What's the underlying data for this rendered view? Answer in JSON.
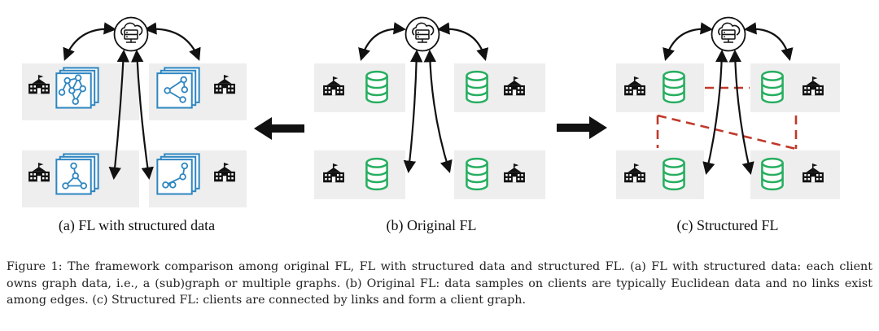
{
  "panels": {
    "a": {
      "label": "(a) FL with structured data"
    },
    "b": {
      "label": "(b) Original FL"
    },
    "c": {
      "label": "(c) Structured FL"
    }
  },
  "icons": {
    "server": "cloud-server-icon",
    "client": "school-building-icon",
    "graph_data": "graph-stack-icon",
    "euclidean_data": "database-icon"
  },
  "colors": {
    "graph_blue": "#2e86c1",
    "database_green": "#27ae60",
    "link_red": "#c0392b",
    "client_bg": "#eeeeee",
    "arrow": "#111111"
  },
  "caption": {
    "text": "Figure 1: The framework comparison among original FL, FL with structured data and structured FL. (a) FL with structured data: each client owns graph data, i.e., a (sub)graph or multiple graphs. (b) Original FL: data samples on clients are typically Euclidean data and no links exist among edges. (c) Structured FL: clients are connected by links and form a client graph."
  }
}
